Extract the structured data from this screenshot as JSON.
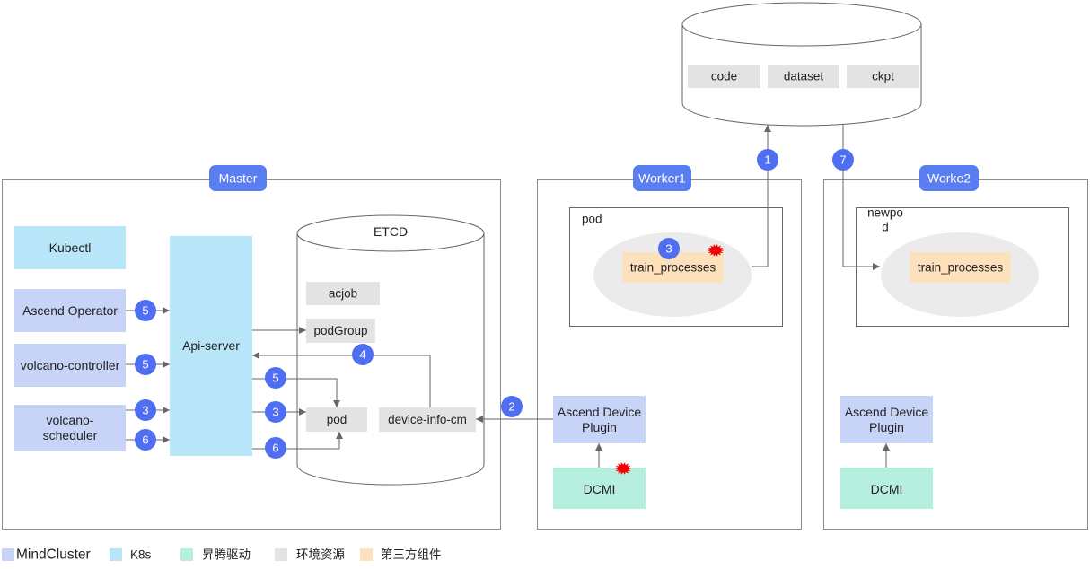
{
  "storage": {
    "items": [
      "code",
      "dataset",
      "ckpt"
    ]
  },
  "panels": {
    "master": "Master",
    "worker1": "Worker1",
    "worker2": "Worke2"
  },
  "master": {
    "kubectl": "Kubectl",
    "ascend_operator": "Ascend Operator",
    "volcano_controller": "volcano-controller",
    "volcano_scheduler_lines": [
      "volcano-",
      "scheduler"
    ],
    "api_server": "Api-server",
    "etcd": {
      "title": "ETCD",
      "acjob": "acjob",
      "podgroup": "podGroup",
      "pod": "pod",
      "device_info_cm": "device-info-cm"
    }
  },
  "worker1": {
    "pod_label": "pod",
    "train_processes": "train_processes",
    "device_plugin_lines": [
      "Ascend Device",
      "Plugin"
    ],
    "dcmi": "DCMI"
  },
  "worker2": {
    "pod_label_lines": [
      "newpo",
      "d"
    ],
    "train_processes": "train_processes",
    "device_plugin_lines": [
      "Ascend Device",
      "Plugin"
    ],
    "dcmi": "DCMI"
  },
  "steps": {
    "ascend_operator_arrow": "5",
    "volcano_controller_arrow": "5",
    "volcano_scheduler_arrow_a": "3",
    "volcano_scheduler_arrow_b": "6",
    "device_info_cm_arrow": "4",
    "pod_top_arrow": "5",
    "pod_left_arrow": "3",
    "pod_bottom_arrow": "6",
    "device_plugin_arrow": "2",
    "worker1_train_processes": "3",
    "worker1_to_storage": "1",
    "storage_to_worker2": "7"
  },
  "legend": {
    "items": [
      {
        "label": "MindCluster"
      },
      {
        "label": "K8s"
      },
      {
        "label": "昇腾驱动"
      },
      {
        "label": "环境资源"
      },
      {
        "label": "第三方组件"
      }
    ]
  },
  "colors": {
    "mindcluster": "#c7d3f7",
    "k8s": "#b8e5f8",
    "ascend_driver": "#b6eedf",
    "environment": "#e3e3e3",
    "third_party": "#fde1bd",
    "step_badge": "#4f6ef2",
    "panel_label": "#5b7df2",
    "fault_mark": "#f50000",
    "pod_oval": "#ebebeb"
  }
}
